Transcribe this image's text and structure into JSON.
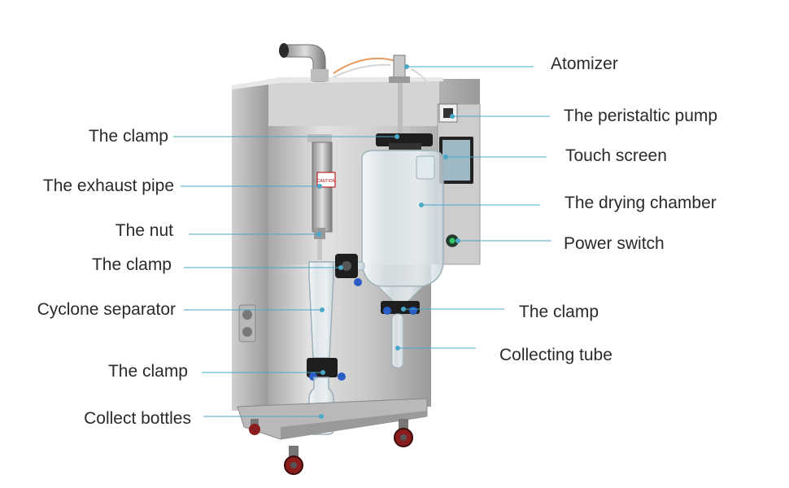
{
  "diagram": {
    "colors": {
      "leader_line": "#4aa8c8",
      "leader_dot": "#4aa8c8",
      "steel_light": "#dcdcdc",
      "steel_dark": "#8c8c8c",
      "glass": "#e8f2f6",
      "clamp": "#1e1e1e",
      "knob": "#2a5cc8",
      "wheel": "#8a1c1c",
      "label_text": "#2a2a2a"
    },
    "labels_left": [
      {
        "id": "clamp-top",
        "text": "The clamp"
      },
      {
        "id": "exhaust-pipe",
        "text": "The exhaust pipe"
      },
      {
        "id": "nut",
        "text": "The nut"
      },
      {
        "id": "clamp-mid",
        "text": "The clamp"
      },
      {
        "id": "cyclone-separator",
        "text": "Cyclone separator"
      },
      {
        "id": "clamp-bottom",
        "text": "The clamp"
      },
      {
        "id": "collect-bottles",
        "text": "Collect bottles"
      }
    ],
    "labels_right": [
      {
        "id": "atomizer",
        "text": "Atomizer"
      },
      {
        "id": "peristaltic-pump",
        "text": "The peristaltic pump"
      },
      {
        "id": "touch-screen",
        "text": "Touch screen"
      },
      {
        "id": "drying-chamber",
        "text": "The drying chamber"
      },
      {
        "id": "power-switch",
        "text": "Power switch"
      },
      {
        "id": "clamp-right",
        "text": "The clamp"
      },
      {
        "id": "collecting-tube",
        "text": "Collecting tube"
      }
    ],
    "caution_sticker": "CAUTION"
  }
}
